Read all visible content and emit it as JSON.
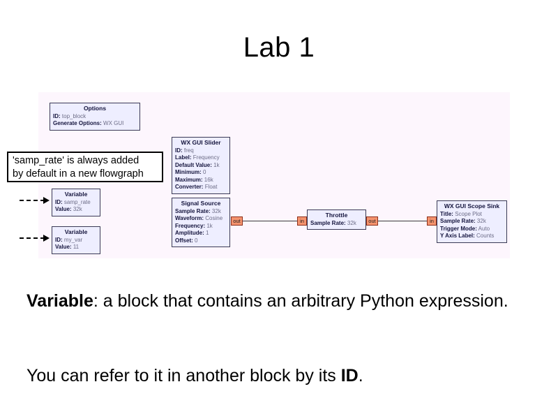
{
  "slide": {
    "title": "Lab 1"
  },
  "callout": {
    "line1": "'samp_rate' is always added",
    "line2": "by default in a new flowgraph"
  },
  "flowgraph": {
    "blocks": [
      {
        "name": "options",
        "title": "Options",
        "rows": [
          {
            "key": "ID:",
            "value": "top_block"
          },
          {
            "key": "Generate Options:",
            "value": "WX GUI"
          }
        ]
      },
      {
        "name": "variable-samp-rate",
        "title": "Variable",
        "rows": [
          {
            "key": "ID:",
            "value": "samp_rate"
          },
          {
            "key": "Value:",
            "value": "32k"
          }
        ]
      },
      {
        "name": "variable-my-var",
        "title": "Variable",
        "rows": [
          {
            "key": "ID:",
            "value": "my_var"
          },
          {
            "key": "Value:",
            "value": "11"
          }
        ]
      },
      {
        "name": "wx-gui-slider",
        "title": "WX GUI Slider",
        "rows": [
          {
            "key": "ID:",
            "value": "freq"
          },
          {
            "key": "Label:",
            "value": "Frequency"
          },
          {
            "key": "Default Value:",
            "value": "1k"
          },
          {
            "key": "Minimum:",
            "value": "0"
          },
          {
            "key": "Maximum:",
            "value": "16k"
          },
          {
            "key": "Converter:",
            "value": "Float"
          }
        ]
      },
      {
        "name": "signal-source",
        "title": "Signal Source",
        "rows": [
          {
            "key": "Sample Rate:",
            "value": "32k"
          },
          {
            "key": "Waveform:",
            "value": "Cosine"
          },
          {
            "key": "Frequency:",
            "value": "1k"
          },
          {
            "key": "Amplitude:",
            "value": "1"
          },
          {
            "key": "Offset:",
            "value": "0"
          }
        ]
      },
      {
        "name": "throttle",
        "title": "Throttle",
        "rows": [
          {
            "key": "Sample Rate:",
            "value": "32k"
          }
        ]
      },
      {
        "name": "wx-gui-scope-sink",
        "title": "WX GUI Scope Sink",
        "rows": [
          {
            "key": "Title:",
            "value": "Scope Plot"
          },
          {
            "key": "Sample Rate:",
            "value": "32k"
          },
          {
            "key": "Trigger Mode:",
            "value": "Auto"
          },
          {
            "key": "Y Axis Label:",
            "value": "Counts"
          }
        ]
      }
    ],
    "ports": {
      "signal_source_out": "out",
      "throttle_in": "in",
      "throttle_out": "out",
      "scope_sink_in": "in"
    }
  },
  "body": {
    "paragraph1_bold": "Variable",
    "paragraph1_rest": ": a block that contains an arbitrary Python expression.",
    "paragraph2_before": "You can refer to it in another block by its ",
    "paragraph2_bold": "ID",
    "paragraph2_after": "."
  },
  "colors": {
    "canvas_bg": "#fdf6fd",
    "block_fill": "#eeeeff",
    "block_border": "#3a3a55",
    "port_fill": "#f4936e",
    "port_border": "#8d2f1b",
    "label_color": "#14143c",
    "value_color": "#6c6c86"
  }
}
